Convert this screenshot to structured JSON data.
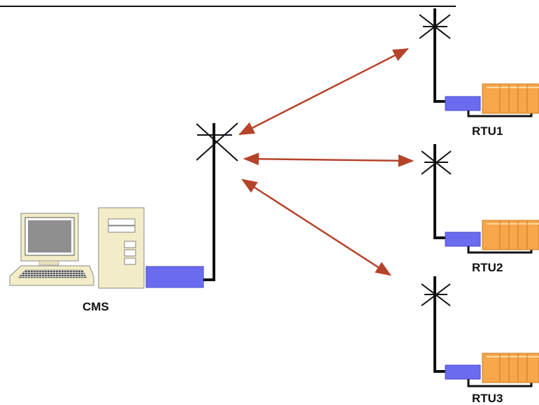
{
  "diagram": {
    "central_station": {
      "label": "CMS"
    },
    "remote_units": [
      {
        "label": "RTU1"
      },
      {
        "label": "RTU2"
      },
      {
        "label": "RTU3"
      }
    ]
  },
  "colors": {
    "link_arrow": "#b5432a",
    "radio_modem": "#6b6bf0",
    "rtu_rack": "#f7a64a",
    "pc_beige": "#f2edc8",
    "screen": "#8f8f8f",
    "mast": "#111111"
  },
  "icons": [
    "antenna-icon",
    "computer-icon",
    "tower-case-icon",
    "radio-modem-icon",
    "rtu-rack-icon"
  ]
}
